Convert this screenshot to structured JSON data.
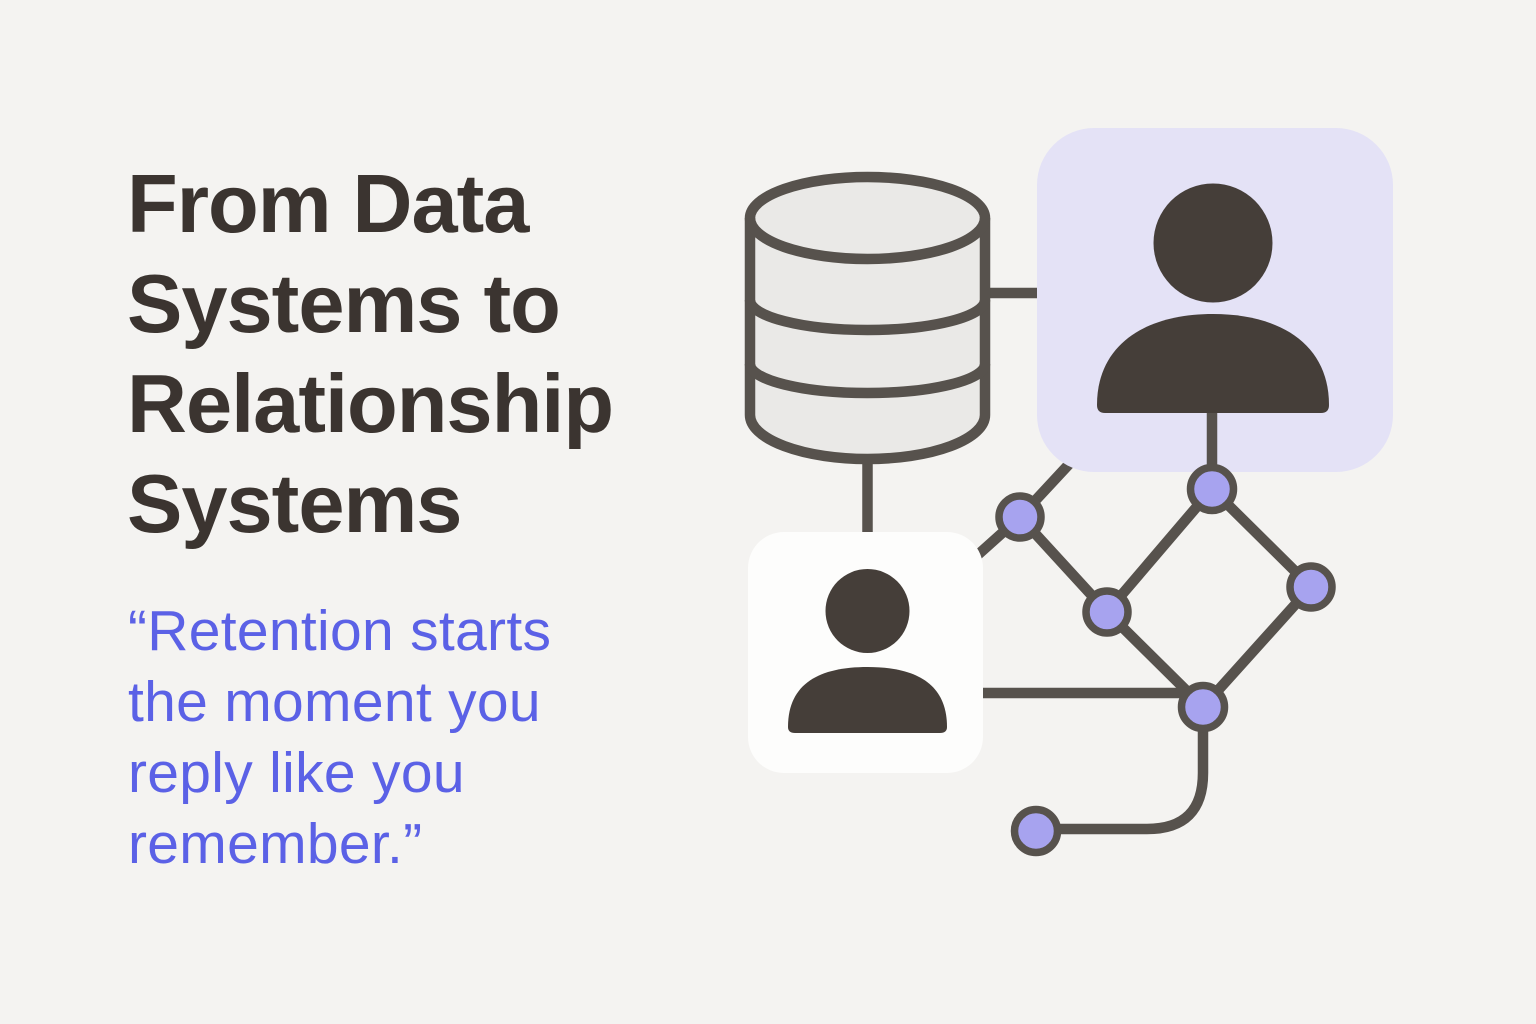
{
  "colors": {
    "background": "#f4f3f1",
    "headline": "#3b3430",
    "quote_accent": "#5b61e6",
    "line": "#57524d",
    "node_fill": "#a7a3ef",
    "card_lavender": "#e4e2f6",
    "card_white": "#fdfdfc",
    "cylinder_fill": "#eae9e7",
    "person_fill": "#453e39"
  },
  "headline": {
    "text": "From Data Systems to Relationship Systems",
    "lines": [
      "From Data",
      "Systems to",
      "Relationship",
      "Systems"
    ]
  },
  "quote": {
    "text": "“Retention starts the moment you reply like you remember.”",
    "lines": [
      "“Retention starts",
      "the moment you",
      "reply like you",
      "remember.”"
    ]
  },
  "illustration": {
    "icons": [
      "database-cylinder-icon",
      "user-silhouette-icon-large",
      "user-silhouette-icon-small",
      "network-graph-icon"
    ],
    "network_node_count": 6
  }
}
